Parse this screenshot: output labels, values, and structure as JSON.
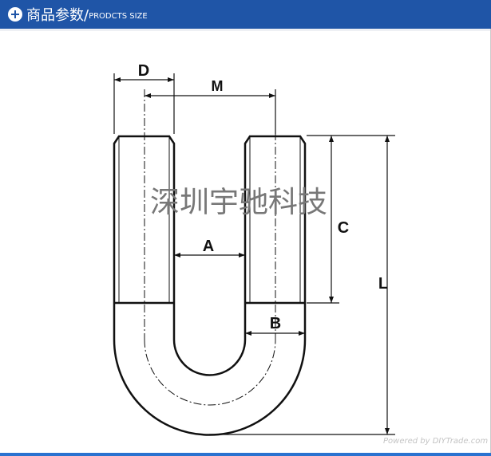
{
  "header": {
    "icon": "plus-circle-icon",
    "title": "商品参数/",
    "subtitle": "PRODCTS SIZE"
  },
  "diagram": {
    "labels": {
      "D": "D",
      "M": "M",
      "A": "A",
      "B": "B",
      "C": "C",
      "L": "L"
    }
  },
  "watermark": "深圳宇驰科技",
  "powered_by": "Powered by DIYTrade.com"
}
